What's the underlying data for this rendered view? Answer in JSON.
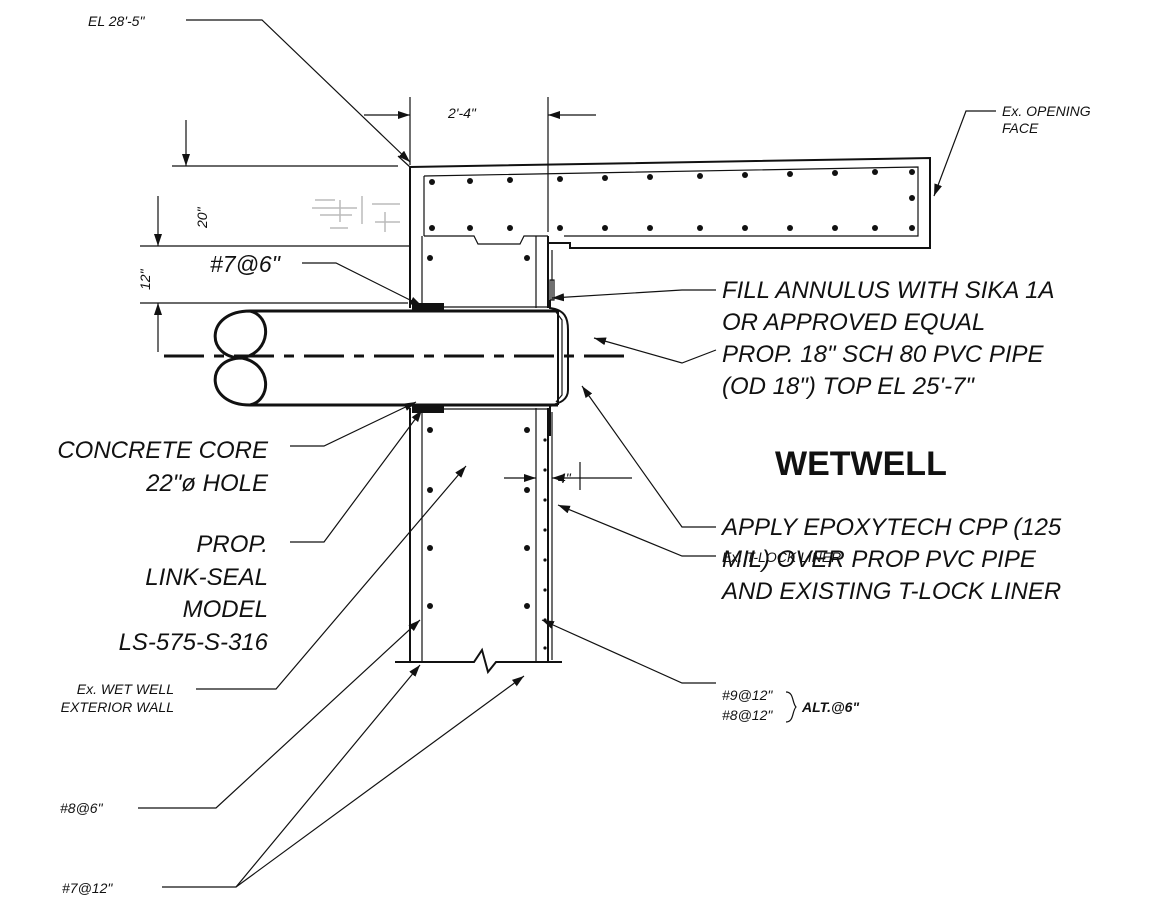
{
  "labels": {
    "el_top": "EL 28'-5\"",
    "dim_wall": "2'-4\"",
    "dim_20": "20\"",
    "dim_12": "12\"",
    "dim_4": "4\"",
    "opening_1": "Ex. OPENING",
    "opening_2": "FACE",
    "bar_7_6": "#7@6\"",
    "fill_1": "FILL ANNULUS WITH SIKA 1A",
    "fill_2": "OR APPROVED EQUAL",
    "pipe_1": "PROP. 18\" SCH 80 PVC PIPE",
    "pipe_2": "(OD 18\") TOP EL 25'-7\"",
    "wetwell": "WETWELL",
    "core_1": "CONCRETE CORE",
    "core_2": "22\"ø HOLE",
    "seal_1": "PROP.",
    "seal_2": "LINK-SEAL",
    "seal_3": "MODEL",
    "seal_4": "LS-575-S-316",
    "epoxy_1": "APPLY EPOXYTECH CPP (125",
    "epoxy_2": "MIL) OVER PROP PVC PIPE",
    "epoxy_3": "AND EXISTING T-LOCK LINER",
    "tlock": "Ex. T-LOCK LINER",
    "bar_9_12": "#9@12\"",
    "bar_8_12": "#8@12\"",
    "alt": "ALT.@6\"",
    "extwall_1": "Ex. WET WELL",
    "extwall_2": "EXTERIOR WALL",
    "bar_8_6": "#8@6\"",
    "bar_7_12": "#7@12\""
  }
}
